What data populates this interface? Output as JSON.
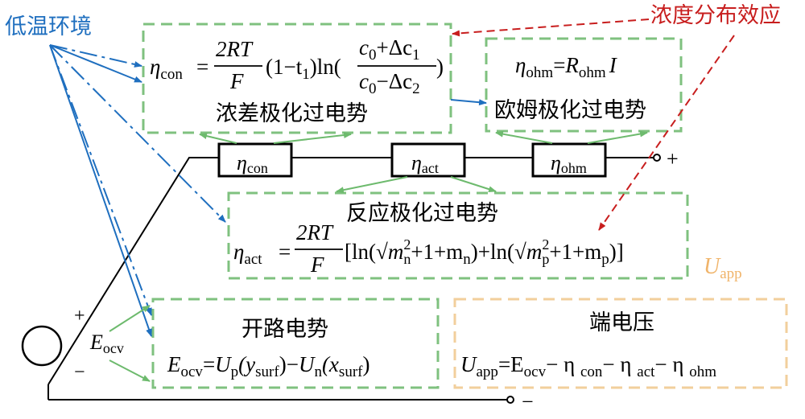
{
  "labels": {
    "low_temp": "低温环境",
    "conc_effect": "浓度分布效应",
    "u_app": "U",
    "u_app_sub": "app",
    "eocv": "E",
    "eocv_sub": "ocv",
    "plus": "+",
    "minus": "−"
  },
  "circuit": {
    "r_con": "η",
    "r_con_sub": "con",
    "r_act": "η",
    "r_act_sub": "act",
    "r_ohm": "η",
    "r_ohm_sub": "ohm"
  },
  "boxes": {
    "con": {
      "title": "浓差极化过电势",
      "formula": {
        "lhs": "η",
        "lhs_sub": "con",
        "eq": "=",
        "frac_num": "2RT",
        "frac_den": "F",
        "mid": "(1−t",
        "mid_sub": "1",
        "mid_tail": ")ln(",
        "num": "c",
        "num_sub": "0",
        "num_rest": "+Δc",
        "num_rest_sub": "1",
        "den": "c",
        "den_sub": "0",
        "den_rest": "−Δc",
        "den_rest_sub": "2",
        "close": ")"
      }
    },
    "ohm": {
      "title": "欧姆极化过电势",
      "formula": {
        "lhs": "η",
        "lhs_sub": "ohm",
        "eq": "=",
        "r": "R",
        "r_sub": "ohm",
        "i": "I"
      }
    },
    "act": {
      "title": "反应极化过电势",
      "formula": {
        "lhs": "η",
        "lhs_sub": "act",
        "eq": "=",
        "frac_num": "2RT",
        "frac_den": "F",
        "body1": "[ln(√",
        "m": "m",
        "sq": "2",
        "sub_n": "n",
        "mid": "+1+m",
        "close1": ")+ln(√",
        "sub_p": "p",
        "close2": ")]"
      }
    },
    "ocv": {
      "title": "开路电势",
      "formula": {
        "lhs": "E",
        "lhs_sub": "ocv",
        "eq": "=",
        "up": "U",
        "up_sub": "p",
        "y": "(y",
        "y_sub": "surf",
        "paren": ")−",
        "un": "U",
        "un_sub": "n",
        "x": "(x",
        "x_sub": "surf",
        "paren2": ")"
      }
    },
    "app": {
      "title": "端电压",
      "formula": {
        "lhs": "U",
        "lhs_sub": "app",
        "eq": "=E",
        "e_sub": "ocv",
        "m1": "− η ",
        "s1": "con",
        "m2": "− η ",
        "s2": "act",
        "m3": "− η ",
        "s3": "ohm"
      }
    }
  },
  "colors": {
    "blue": "#1f6fbf",
    "red": "#c81e1e",
    "green": "#7fc17f",
    "green_arrow": "#6dba6d",
    "orange": "#f2cf9c",
    "orange_text": "#f0b46a"
  }
}
